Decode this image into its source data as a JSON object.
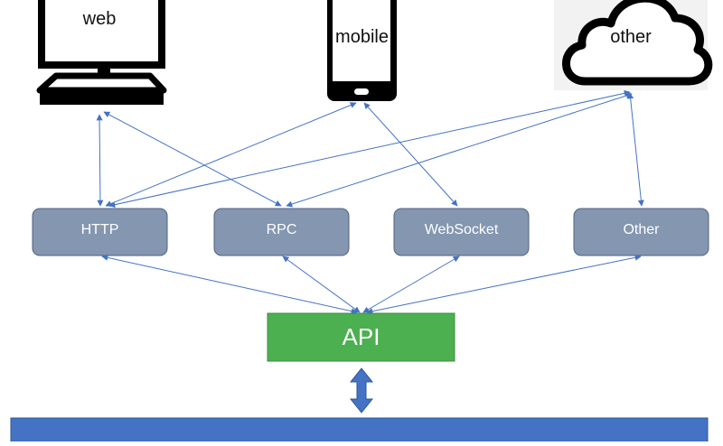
{
  "devices": {
    "web": "web",
    "mobile": "mobile",
    "other": "other"
  },
  "protocols": [
    {
      "id": "http",
      "label": "HTTP"
    },
    {
      "id": "rpc",
      "label": "RPC"
    },
    {
      "id": "websocket",
      "label": "WebSocket"
    },
    {
      "id": "other",
      "label": "Other"
    }
  ],
  "api": {
    "label": "API"
  },
  "colors": {
    "protocol_fill": "#8496B0",
    "protocol_stroke": "#4F6281",
    "api_fill": "#4CAF50",
    "bottom_bar": "#4472C4",
    "arrow": "#4472C4",
    "device_black": "#000000"
  }
}
